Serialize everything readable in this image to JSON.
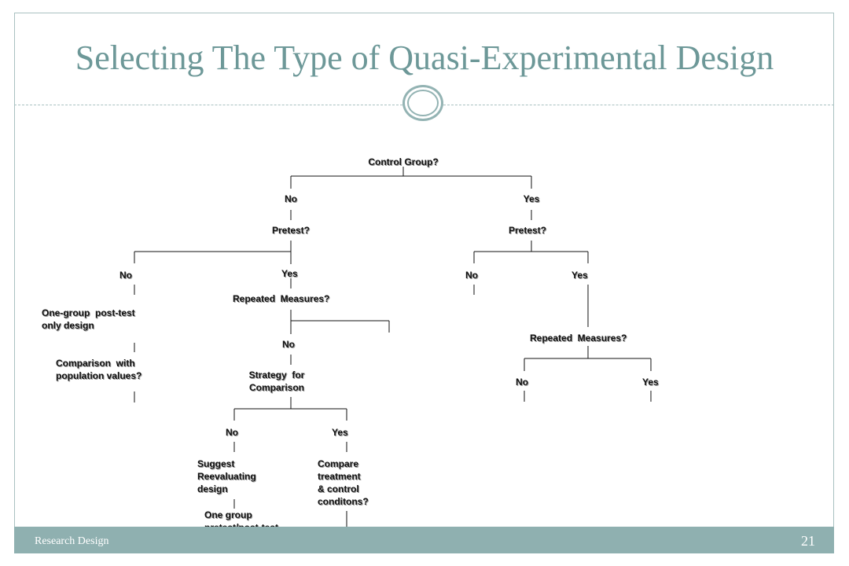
{
  "slide": {
    "title": "Selecting The Type of Quasi-Experimental Design",
    "footer_left": "Research Design",
    "page_number": "21"
  },
  "tree": {
    "root": "Control Group?",
    "no": "No",
    "yes": "Yes",
    "no_pretest": "Pretest?",
    "yes_pretest": "Pretest?",
    "no_pretest_no": "No",
    "no_pretest_yes": "Yes",
    "one_group_post_test": "One-group  post-test\nonly design",
    "comparison_population": "Comparison  with\npopulation values?",
    "repeated_measures_left": "Repeated  Measures?",
    "repeated_no": "No",
    "strategy": "Strategy  for\nComparison",
    "strategy_no": "No",
    "strategy_yes": "Yes",
    "suggest": "Suggest\nReevaluating\ndesign",
    "compare": "Compare\ntreatment\n& control\nconditons?",
    "one_group_pretest": "One group\npretest/post-test\ndesign",
    "yes_pretest_no": "No",
    "yes_pretest_yes": "Yes",
    "repeated_measures_right": "Repeated  Measures?",
    "right_repeated_no": "No",
    "right_repeated_yes": "Yes"
  }
}
